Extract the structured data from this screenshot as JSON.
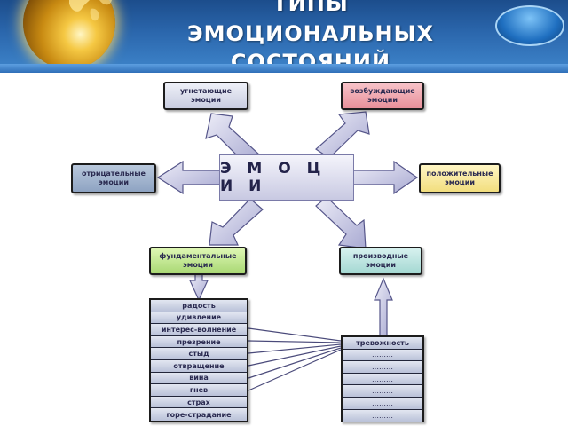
{
  "header": {
    "title_line1": "ТИПЫ",
    "title_line2": "ЭМОЦИОНАЛЬНЫХ",
    "title_line3": "СОСТОЯНИЙ"
  },
  "center": {
    "label": "Э М О Ц И И"
  },
  "nodes": {
    "depressing": "угнетающие эмоции",
    "exciting": "возбуждающие эмоции",
    "negative": "отрицательные эмоции",
    "positive": "положительные эмоции",
    "fundamental": "фундаментальные эмоции",
    "derivative": "производные эмоции"
  },
  "fundamental_list": [
    "радость",
    "удивление",
    "интерес-волнение",
    "презрение",
    "стыд",
    "отвращение",
    "вина",
    "гнев",
    "страх",
    "горе-страдание"
  ],
  "derivative_list": [
    "тревожность",
    "………",
    "………",
    "………",
    "………",
    "………",
    "………"
  ],
  "colors": {
    "header": "#2b67ad",
    "arrow_fill": "#c3c4e0",
    "arrow_stroke": "#56568a"
  }
}
